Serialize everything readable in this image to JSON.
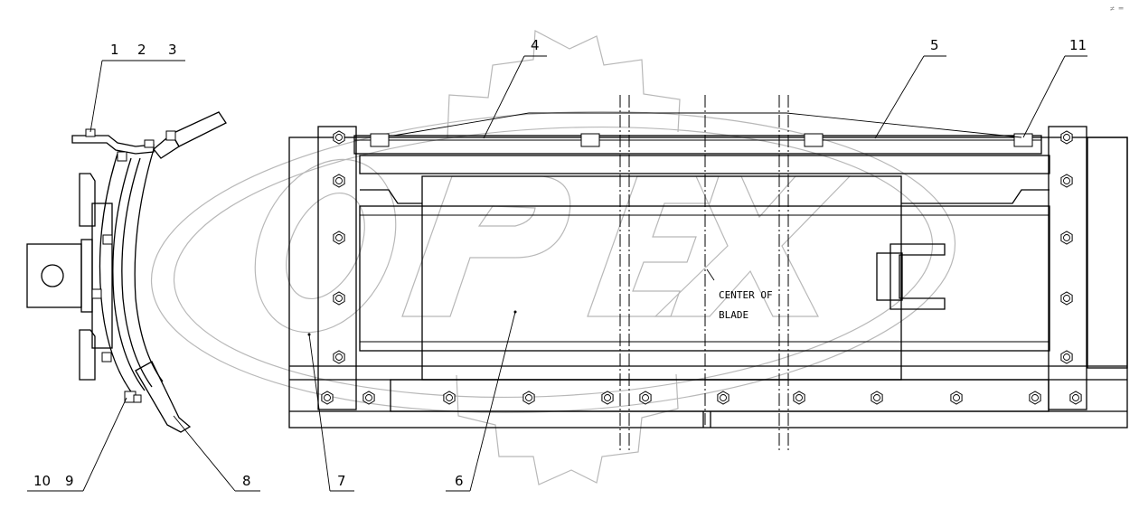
{
  "drawing": {
    "callouts": {
      "c1": "1",
      "c2": "2",
      "c3": "3",
      "c4": "4",
      "c5": "5",
      "c6": "6",
      "c7": "7",
      "c8": "8",
      "c9": "9",
      "c10": "10",
      "c11": "11"
    },
    "center_note": {
      "line1": "CENTER OF",
      "line2": "BLADE"
    },
    "watermark": {
      "text": "OPEX",
      "color": "#b8b8b8"
    },
    "corner_mark": "≠ ═"
  }
}
